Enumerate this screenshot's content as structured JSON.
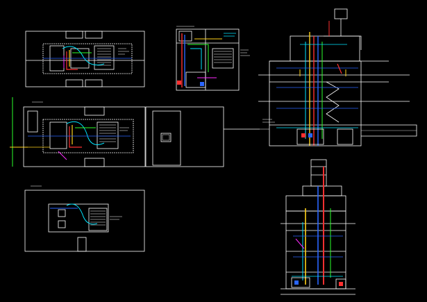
{
  "drawing": {
    "background": "#000000",
    "colors": {
      "outline": "#ffffff",
      "supply": "#ff3030",
      "return": "#2a66ff",
      "cyan": "#00e5ff",
      "green": "#2cff2c",
      "yellow": "#ffd21a",
      "magenta": "#ff2aff",
      "grey": "#8a8a8a"
    },
    "sheets": [
      "plan-upper-left",
      "plan-detail-small",
      "plan-ground-left",
      "plan-ground-right",
      "plan-lower-left",
      "elevation-east",
      "section-tower"
    ]
  }
}
